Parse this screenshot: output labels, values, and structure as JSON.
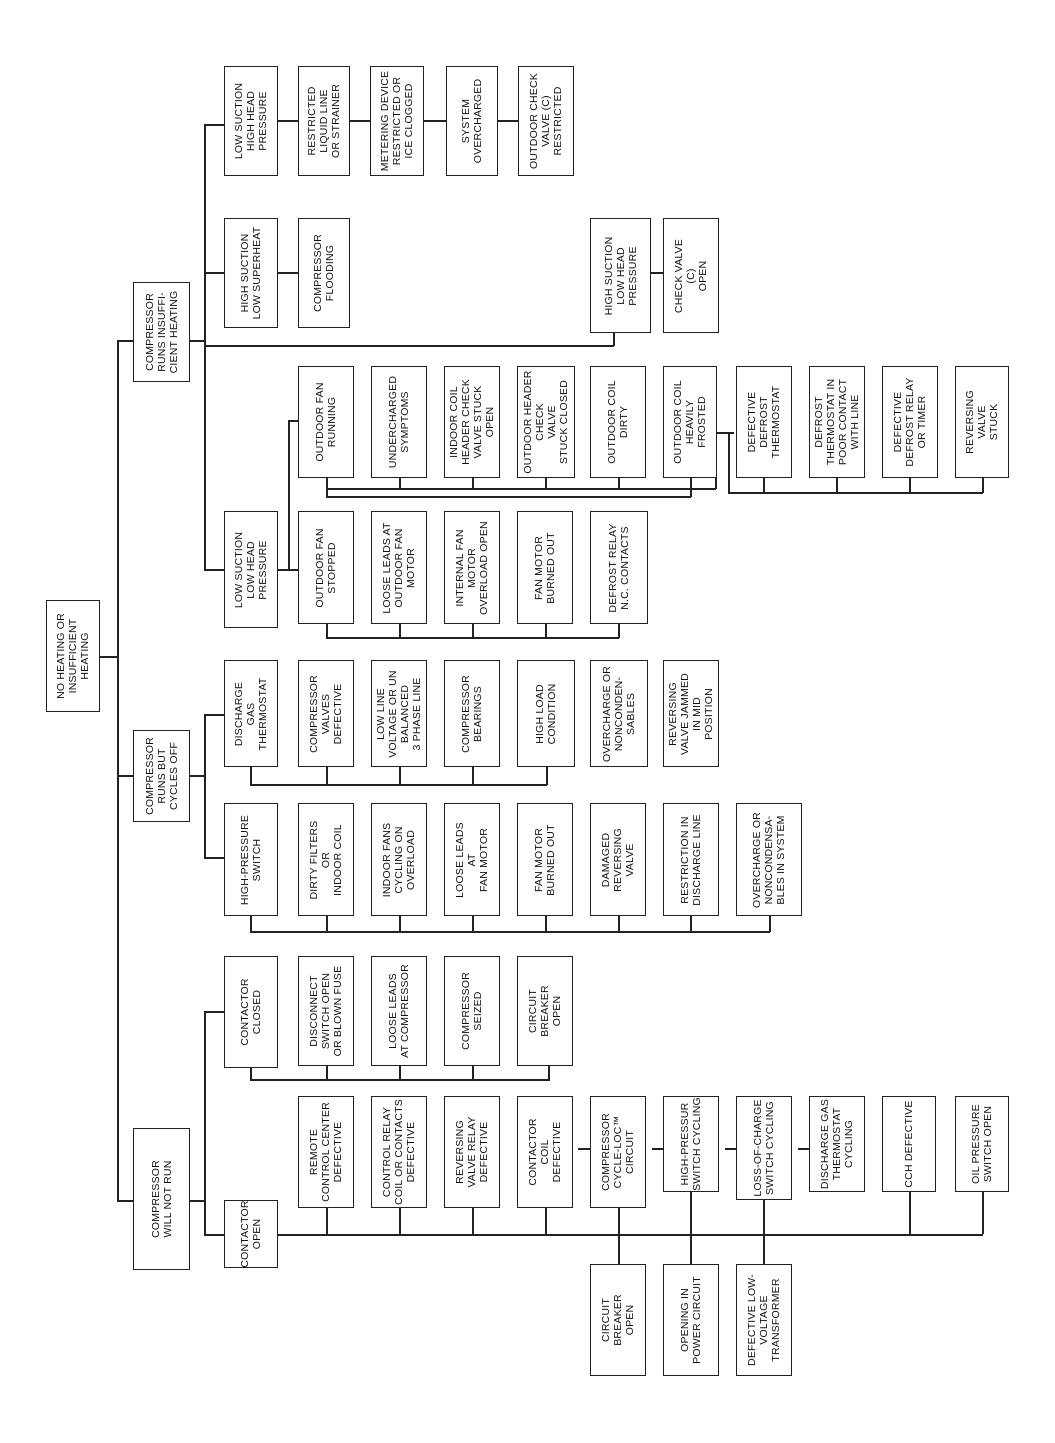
{
  "root": "NO HEATING OR\nINSUFFICIENT\nHEATING",
  "categories": {
    "will_not_run": "COMPRESSOR\nWILL NOT RUN",
    "cycles_off": "COMPRESSOR\nRUNS BUT\nCYCLES OFF",
    "insufficient": "COMPRESSOR\nRUNS INSUFFI-\nCIENT HEATING"
  },
  "conditions": {
    "contactor_open": "CONTACTOR\nOPEN",
    "contactor_closed": "CONTACTOR\nCLOSED",
    "high_pressure_switch": "HIGH-PRESSURE\nSWITCH",
    "discharge_gas_thermostat": "DISCHARGE\nGAS\nTHERMOSTAT",
    "low_suction_low_head": "LOW SUCTION\nLOW HEAD\nPRESSURE",
    "high_suction_low_superheat": "HIGH SUCTION\nLOW SUPERHEAT",
    "low_suction_high_head": "LOW SUCTION\nHIGH HEAD\nPRESSURE",
    "high_suction_low_head": "HIGH SUCTION\nLOW HEAD\nPRESSURE",
    "outdoor_fan_stopped": "OUTDOOR FAN\nSTOPPED",
    "outdoor_fan_running": "OUTDOOR FAN\nRUNNING",
    "outdoor_coil_heavily_frosted": "OUTDOOR COIL\nHEAVILY\nFROSTED",
    "compressor_cycle_loc_circuit": "COMPRESSOR\nCYCLE-LOC™\nCIRCUIT"
  },
  "causes": {
    "remote_control_center": "REMOTE\nCONTROL CENTER\nDEFECTIVE",
    "control_relay": "CONTROL RELAY\nCOIL OR CONTACTS\nDEFECTIVE",
    "reversing_valve_relay": "REVERSING\nVALVE RELAY\nDEFECTIVE",
    "contactor_coil": "CONTACTOR\nCOIL\nDEFECTIVE",
    "high_pressur_switch_cycling": "HIGH-PRESSUR\nSWITCH CYCLING",
    "loss_of_charge": "LOSS-OF-CHARGE\nSWITCH CYCLING",
    "discharge_gas_cycling": "DISCHARGE GAS\nTHERMOSTAT\nCYCLING",
    "cch_defective": "CCH DEFECTIVE",
    "oil_pressure_switch": "OIL PRESSURE\nSWITCH OPEN",
    "cl_circuit_breaker_open": "CIRCUIT\nBREAKER\nOPEN",
    "opening_in_power_circuit": "OPENING IN\nPOWER CIRCUIT",
    "defective_transformer": "DEFECTIVE LOW-\nVOLTAGE\nTRANSFORMER",
    "disconnect_switch": "DISCONNECT\nSWITCH OPEN\nOR BLOWN FUSE",
    "loose_leads_compressor": "LOOSE LEADS\nAT COMPRESSOR",
    "compressor_seized": "COMPRESSOR\nSEIZED",
    "cc_circuit_breaker_open": "CIRCUIT\nBREAKER\nOPEN",
    "dirty_filters": "DIRTY FILTERS\nOR\nINDOOR COIL",
    "indoor_fans_cycling": "INDOOR FANS\nCYCLING ON\nOVERLOAD",
    "loose_leads_fan_motor": "LOOSE LEADS\nAT\nFAN MOTOR",
    "fan_motor_burned_out_hp": "FAN MOTOR\nBURNED OUT",
    "damaged_reversing_valve": "DAMAGED\nREVERSING\nVALVE",
    "restriction_discharge": "RESTRICTION IN\nDISCHARGE LINE",
    "overcharge_hp": "OVERCHARGE OR\nNONCONDENSA-\nBLES IN SYSTEM",
    "compressor_valves": "COMPRESSOR\nVALVES\nDEFECTIVE",
    "low_line_voltage": "LOW LINE\nVOLTAGE OR UN\nBALANCED\n3 PHASE LINE",
    "compressor_bearings": "COMPRESSOR\nBEARINGS",
    "high_load": "HIGH LOAD\nCONDITION",
    "overcharge_dg": "OVERCHARGE OR\nNONCONDEN-\nSABLES",
    "reversing_valve_jammed": "REVERSING\nVALVE JAMMED\nIN MID\nPOSITION",
    "loose_leads_outdoor_fan": "LOOSE LEADS AT\nOUTDOOR FAN\nMOTOR",
    "internal_fan_overload": "INTERNAL FAN\nMOTOR\nOVERLOAD OPEN",
    "fan_motor_burned_out_ls": "FAN MOTOR\nBURNED OUT",
    "defrost_relay_contacts": "DEFROST RELAY\nN.C. CONTACTS",
    "undercharged": "UNDERCHARGED\nSYMPTOMS",
    "indoor_coil_check_valve": "INDOOR COIL\nHEADER CHECK\nVALVE STUCK\nOPEN",
    "outdoor_header_check_valve": "OUTDOOR HEADER\nCHECK\nVALVE\nSTUCK CLOSED",
    "outdoor_coil_dirty": "OUTDOOR COIL\nDIRTY",
    "defective_defrost_thermostat": "DEFECTIVE\nDEFROST\nTHERMOSTAT",
    "defrost_thermostat_poor_contact": "DEFROST\nTHERMOSTAT IN\nPOOR CONTACT\nWITH LINE",
    "defective_defrost_relay": "DEFECTIVE\nDEFROST RELAY\nOR TIMER",
    "reversing_valve_stuck": "REVERSING\nVALVE\nSTUCK",
    "compressor_flooding": "COMPRESSOR\nFLOODING",
    "restricted_liquid_line": "RESTRICTED\nLIQUID LINE\nOR STRAINER",
    "metering_device": "METERING DEVICE\nRESTRICTED OR\nICE CLOGGED",
    "system_overcharged": "SYSTEM\nOVERCHARGED",
    "outdoor_check_valve_restricted": "OUTDOOR CHECK\nVALVE (C)\nRESTRICTED",
    "check_valve_open": "CHECK VALVE\n(C)\nOPEN"
  }
}
